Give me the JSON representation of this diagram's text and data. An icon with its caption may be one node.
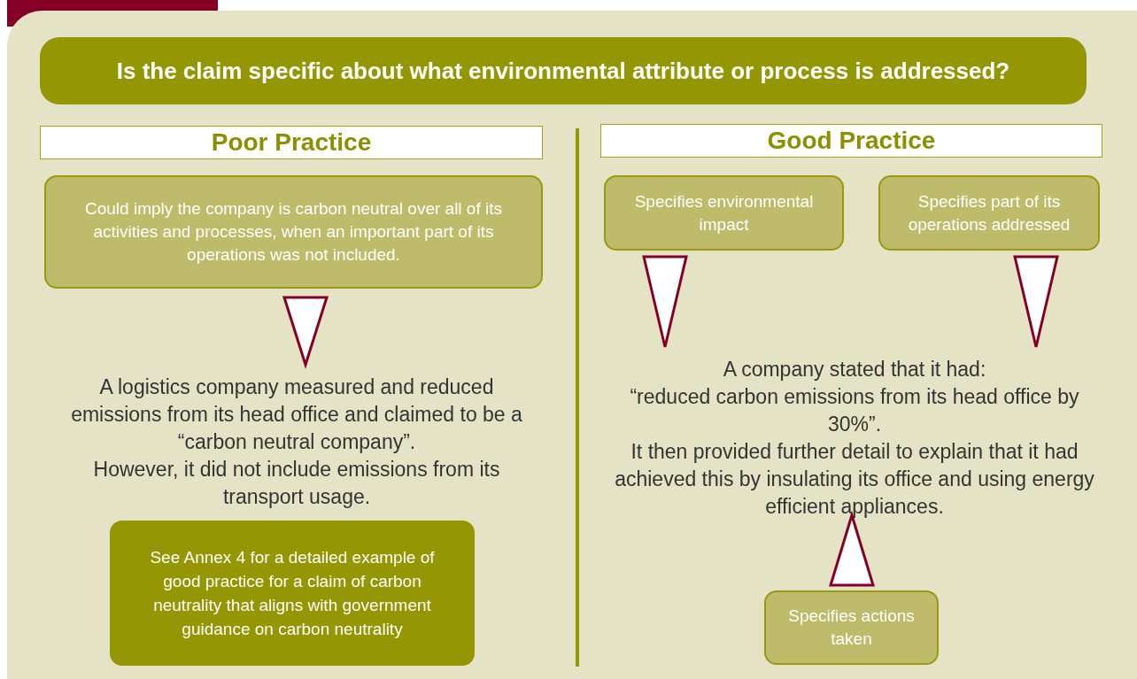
{
  "diagram": {
    "nodes": [
      {
        "text": [
          "Is the claim specific about what environmental attribute or process is addressed?"
        ]
      },
      {
        "text": [
          "Poor Practice"
        ]
      },
      {
        "text": [
          "Could imply the company is carbon neutral over all of its activities and processes, when an important part of its operations was not included."
        ]
      },
      {
        "text": [
          "A logistics company measured and reduced emissions from its head office and claimed to be a “carbon neutral company”.",
          "However, it did not include emissions from its transport usage."
        ]
      },
      {
        "text": [
          "See Annex 4 for a detailed example of good practice for a claim of carbon neutrality that aligns with government guidance on carbon neutrality"
        ]
      },
      {
        "text": [
          "Good Practice"
        ]
      },
      {
        "text": [
          "Specifies environmental impact"
        ]
      },
      {
        "text": [
          "Specifies part of its operations addressed"
        ]
      },
      {
        "text": [
          "A company stated that it had:",
          "“reduced carbon emissions from its head office by 30%”.",
          "It then provided further detail to explain that it had achieved this by insulating its office and using energy efficient appliances."
        ]
      },
      {
        "text": [
          "Specifies actions taken"
        ]
      }
    ],
    "edges": [
      {
        "from": 2,
        "to": 3,
        "arrow": "to"
      },
      {
        "from": 6,
        "to": 8,
        "arrow": "to"
      },
      {
        "from": 7,
        "to": 8,
        "arrow": "to"
      },
      {
        "from": 9,
        "to": 8,
        "arrow": "to"
      }
    ]
  }
}
